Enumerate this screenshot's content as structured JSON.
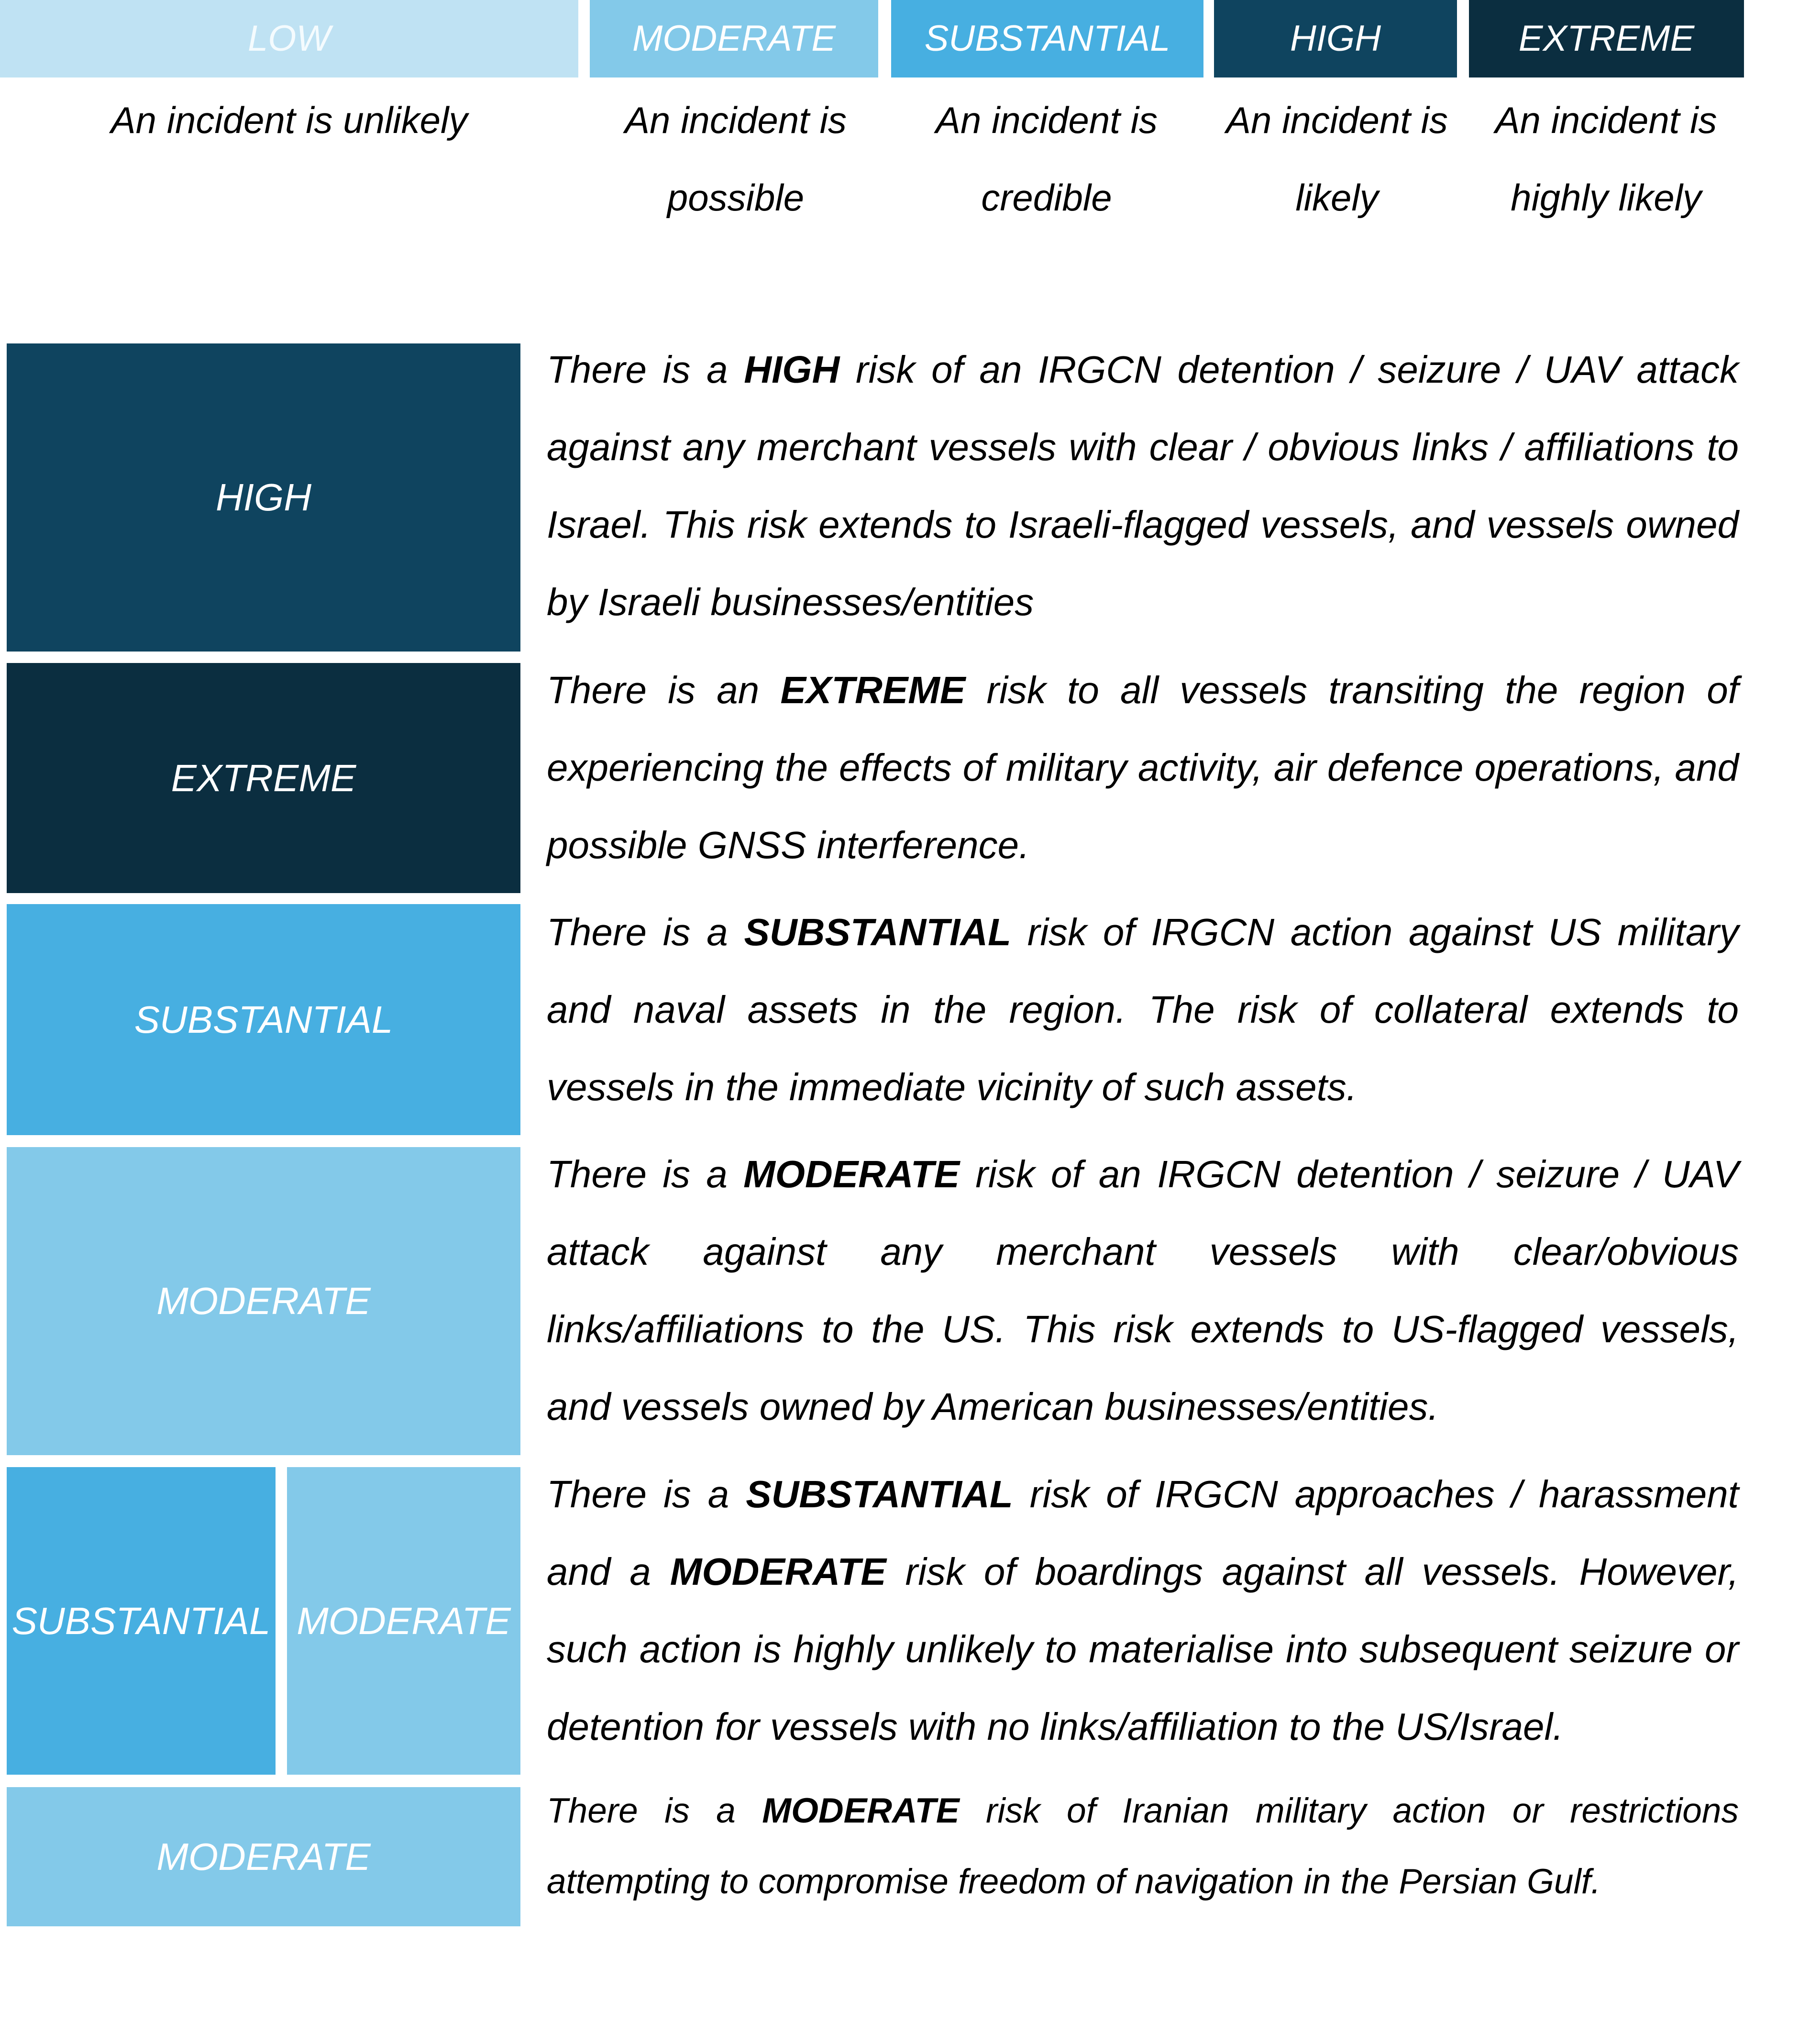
{
  "colors": {
    "low": "#bfe2f3",
    "moderate": "#83c9e9",
    "substantial": "#47afe1",
    "high": "#0f445f",
    "extreme": "#0b2e40"
  },
  "scale": [
    {
      "label": "LOW",
      "desc": "An incident is unlikely"
    },
    {
      "label": "MODERATE",
      "desc": "An incident is possible"
    },
    {
      "label": "SUBSTANTIAL",
      "desc": "An incident is credible"
    },
    {
      "label": "HIGH",
      "desc": "An incident is likely"
    },
    {
      "label": "EXTREME",
      "desc": "An incident is highly likely"
    }
  ],
  "assessments": [
    {
      "level": "HIGH",
      "text": {
        "pre": "There is a ",
        "bold": "HIGH",
        "post": " risk of an IRGCN detention / seizure / UAV attack against any merchant vessels with clear / obvious links / affiliations to Israel. This risk extends to Israeli-flagged vessels, and vessels owned by Israeli businesses/entities"
      }
    },
    {
      "level": "EXTREME",
      "text": {
        "pre": "There is an ",
        "bold": "EXTREME",
        "post": " risk to all vessels transiting the region of experiencing the effects of military activity, air defence operations, and possible GNSS interference."
      }
    },
    {
      "level": "SUBSTANTIAL",
      "text": {
        "pre": "There is a ",
        "bold": "SUBSTANTIAL",
        "post": " risk of IRGCN action against US military and naval assets in the region. The risk of collateral extends to vessels in the immediate vicinity of such assets."
      }
    },
    {
      "level": "MODERATE",
      "text": {
        "pre": "There is a ",
        "bold": "MODERATE",
        "post": " risk of an IRGCN detention / seizure / UAV attack against any merchant vessels with clear/obvious links/affiliations to the US. This risk extends to US-flagged vessels, and vessels owned by American businesses/entities."
      }
    },
    {
      "level_a": "SUBSTANTIAL",
      "level_b": "MODERATE",
      "text": {
        "pre": "There is a ",
        "bold": "SUBSTANTIAL",
        "mid": " risk of IRGCN approaches / harassment and a ",
        "bold2": "MODERATE",
        "post": " risk of boardings against all vessels. However, such action is highly unlikely to materialise into subsequent seizure or detention for vessels with no links/affiliation to the US/Israel."
      }
    },
    {
      "level": "MODERATE",
      "text": {
        "pre": "There is a ",
        "bold": "MODERATE",
        "post": " risk of Iranian military action or restrictions attempting to compromise freedom of navigation in the Persian Gulf."
      }
    }
  ]
}
